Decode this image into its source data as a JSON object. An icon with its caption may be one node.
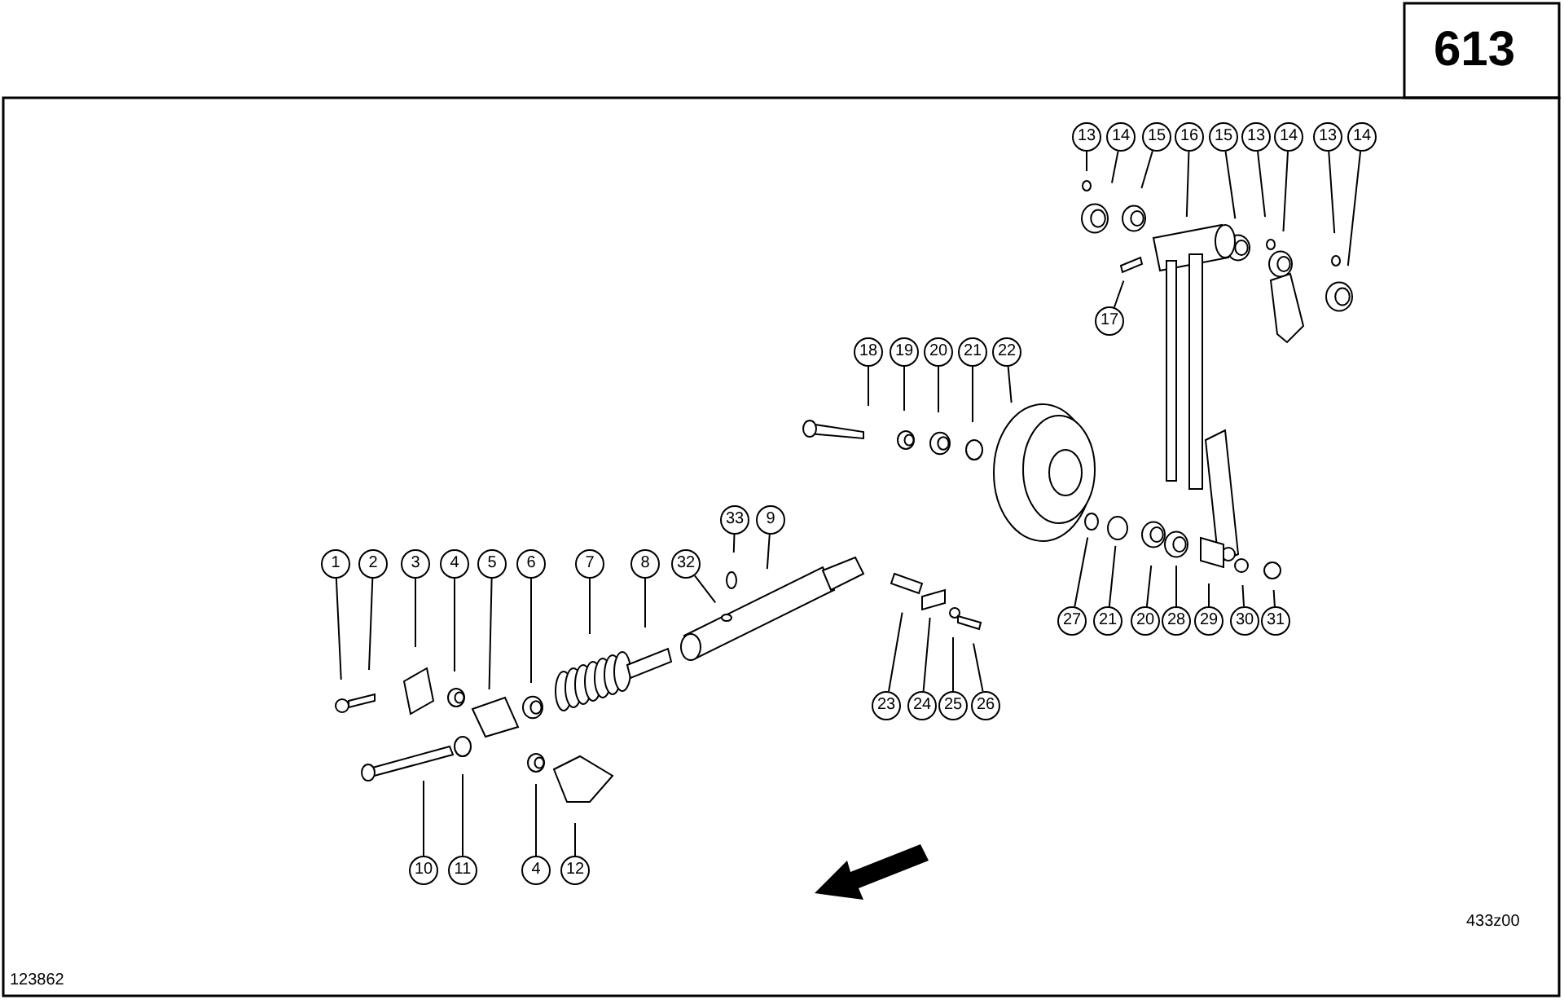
{
  "diagram": {
    "title": "613",
    "nodes": [
      {
        "text": [
          "13"
        ]
      },
      {
        "text": [
          "14"
        ]
      },
      {
        "text": [
          "15"
        ]
      },
      {
        "text": [
          "16"
        ]
      },
      {
        "text": [
          "15"
        ]
      },
      {
        "text": [
          "13"
        ]
      },
      {
        "text": [
          "14"
        ]
      },
      {
        "text": [
          "13"
        ]
      },
      {
        "text": [
          "14"
        ]
      },
      {
        "text": [
          "17"
        ]
      },
      {
        "text": [
          "18"
        ]
      },
      {
        "text": [
          "19"
        ]
      },
      {
        "text": [
          "20"
        ]
      },
      {
        "text": [
          "21"
        ]
      },
      {
        "text": [
          "22"
        ]
      },
      {
        "text": [
          "33"
        ]
      },
      {
        "text": [
          "9"
        ]
      },
      {
        "text": [
          "1"
        ]
      },
      {
        "text": [
          "2"
        ]
      },
      {
        "text": [
          "3"
        ]
      },
      {
        "text": [
          "4"
        ]
      },
      {
        "text": [
          "5"
        ]
      },
      {
        "text": [
          "6"
        ]
      },
      {
        "text": [
          "7"
        ]
      },
      {
        "text": [
          "8"
        ]
      },
      {
        "text": [
          "32"
        ]
      },
      {
        "text": [
          "27"
        ]
      },
      {
        "text": [
          "21"
        ]
      },
      {
        "text": [
          "20"
        ]
      },
      {
        "text": [
          "28"
        ]
      },
      {
        "text": [
          "29"
        ]
      },
      {
        "text": [
          "30"
        ]
      },
      {
        "text": [
          "31"
        ]
      },
      {
        "text": [
          "23"
        ]
      },
      {
        "text": [
          "24"
        ]
      },
      {
        "text": [
          "25"
        ]
      },
      {
        "text": [
          "26"
        ]
      },
      {
        "text": [
          "10"
        ]
      },
      {
        "text": [
          "11"
        ]
      },
      {
        "text": [
          "4"
        ]
      },
      {
        "text": [
          "12"
        ]
      }
    ],
    "edges": [
      {
        "from": 0,
        "to": null,
        "arrow": "none"
      },
      {
        "from": 1,
        "to": null,
        "arrow": "none"
      },
      {
        "from": 2,
        "to": null,
        "arrow": "none"
      },
      {
        "from": 3,
        "to": null,
        "arrow": "none"
      },
      {
        "from": 4,
        "to": null,
        "arrow": "none"
      },
      {
        "from": 5,
        "to": null,
        "arrow": "none"
      },
      {
        "from": 6,
        "to": null,
        "arrow": "none"
      },
      {
        "from": 7,
        "to": null,
        "arrow": "none"
      },
      {
        "from": 8,
        "to": null,
        "arrow": "none"
      },
      {
        "from": 9,
        "to": null,
        "arrow": "none"
      },
      {
        "from": 10,
        "to": null,
        "arrow": "none"
      },
      {
        "from": 11,
        "to": null,
        "arrow": "none"
      },
      {
        "from": 12,
        "to": null,
        "arrow": "none"
      },
      {
        "from": 13,
        "to": null,
        "arrow": "none"
      },
      {
        "from": 14,
        "to": null,
        "arrow": "none"
      },
      {
        "from": 15,
        "to": null,
        "arrow": "none"
      },
      {
        "from": 16,
        "to": null,
        "arrow": "none"
      },
      {
        "from": 17,
        "to": null,
        "arrow": "none"
      },
      {
        "from": 18,
        "to": null,
        "arrow": "none"
      },
      {
        "from": 19,
        "to": null,
        "arrow": "none"
      },
      {
        "from": 20,
        "to": null,
        "arrow": "none"
      },
      {
        "from": 21,
        "to": null,
        "arrow": "none"
      },
      {
        "from": 22,
        "to": null,
        "arrow": "none"
      },
      {
        "from": 23,
        "to": null,
        "arrow": "none"
      },
      {
        "from": 24,
        "to": null,
        "arrow": "none"
      },
      {
        "from": 25,
        "to": null,
        "arrow": "none"
      },
      {
        "from": 26,
        "to": null,
        "arrow": "none"
      },
      {
        "from": 27,
        "to": null,
        "arrow": "none"
      },
      {
        "from": 28,
        "to": null,
        "arrow": "none"
      },
      {
        "from": 29,
        "to": null,
        "arrow": "none"
      },
      {
        "from": 30,
        "to": null,
        "arrow": "none"
      },
      {
        "from": 31,
        "to": null,
        "arrow": "none"
      },
      {
        "from": 32,
        "to": null,
        "arrow": "none"
      },
      {
        "from": 33,
        "to": null,
        "arrow": "none"
      },
      {
        "from": 34,
        "to": null,
        "arrow": "none"
      },
      {
        "from": 35,
        "to": null,
        "arrow": "none"
      },
      {
        "from": 36,
        "to": null,
        "arrow": "none"
      },
      {
        "from": 37,
        "to": null,
        "arrow": "none"
      },
      {
        "from": 38,
        "to": null,
        "arrow": "none"
      },
      {
        "from": 39,
        "to": null,
        "arrow": "none"
      },
      {
        "from": 40,
        "to": null,
        "arrow": "none"
      }
    ],
    "labels": [
      "123862",
      "433z00"
    ]
  }
}
